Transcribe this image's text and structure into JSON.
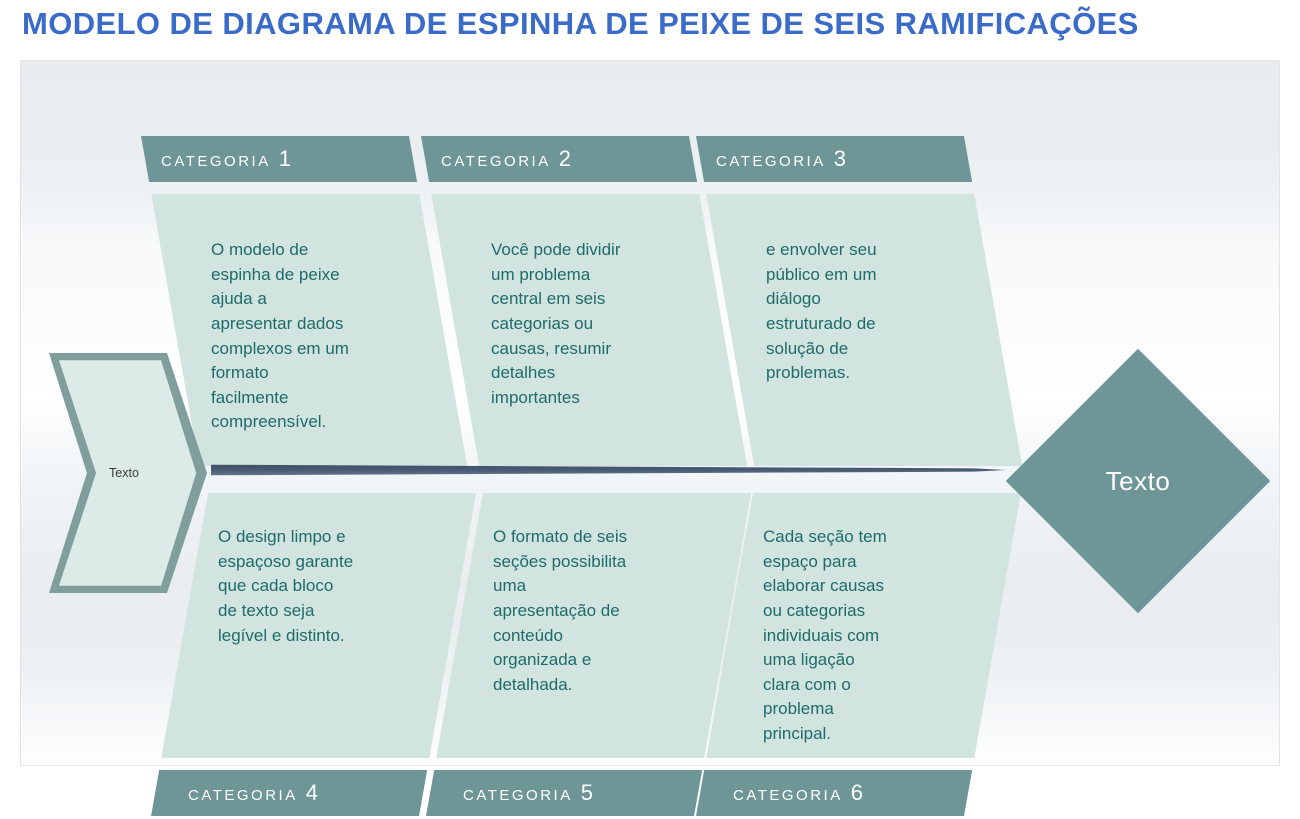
{
  "title": "MODELO DE DIAGRAMA DE ESPINHA DE PEIXE DE SEIS RAMIFICAÇÕES",
  "tail": {
    "label": "Texto"
  },
  "head": {
    "label": "Texto"
  },
  "categories": [
    {
      "label": "CATEGORIA",
      "number": "1",
      "position": "top",
      "text": "O modelo de\nespinha de peixe\najuda a\napresentar dados\ncomplexos em um\nformato\nfacilmente\ncompreensível."
    },
    {
      "label": "CATEGORIA",
      "number": "2",
      "position": "top",
      "text": "Você pode dividir\num problema\ncentral em seis\ncategorias ou\ncausas, resumir\ndetalhes\nimportantes"
    },
    {
      "label": "CATEGORIA",
      "number": "3",
      "position": "top",
      "text": "e envolver seu\npúblico em um\ndiálogo\nestruturado de\nsolução de\nproblemas."
    },
    {
      "label": "CATEGORIA",
      "number": "4",
      "position": "bottom",
      "text": "O design limpo e\nespaçoso garante\nque cada bloco\nde texto seja\nlegível e distinto."
    },
    {
      "label": "CATEGORIA",
      "number": "5",
      "position": "bottom",
      "text": "O formato de seis\nseções possibilita\numa\napresentação de\nconteúdo\norganizada e\ndetalhada."
    },
    {
      "label": "CATEGORIA",
      "number": "6",
      "position": "bottom",
      "text": "Cada seção tem\nespaço para\nelaborar causas\nou categorias\nindividuais com\numa ligação\nclara com o\nproblema\nprincipal."
    }
  ],
  "colors": {
    "title_text": "#3a6bc9",
    "header_bg": "#6e9697",
    "body_bg": "#d2e4df",
    "body_text": "#1e6b6b",
    "spine": "#44546a",
    "diamond_bg": "#6e9697",
    "tail_fill": "#dcebe7",
    "tail_edge": "#7f9e9c"
  }
}
